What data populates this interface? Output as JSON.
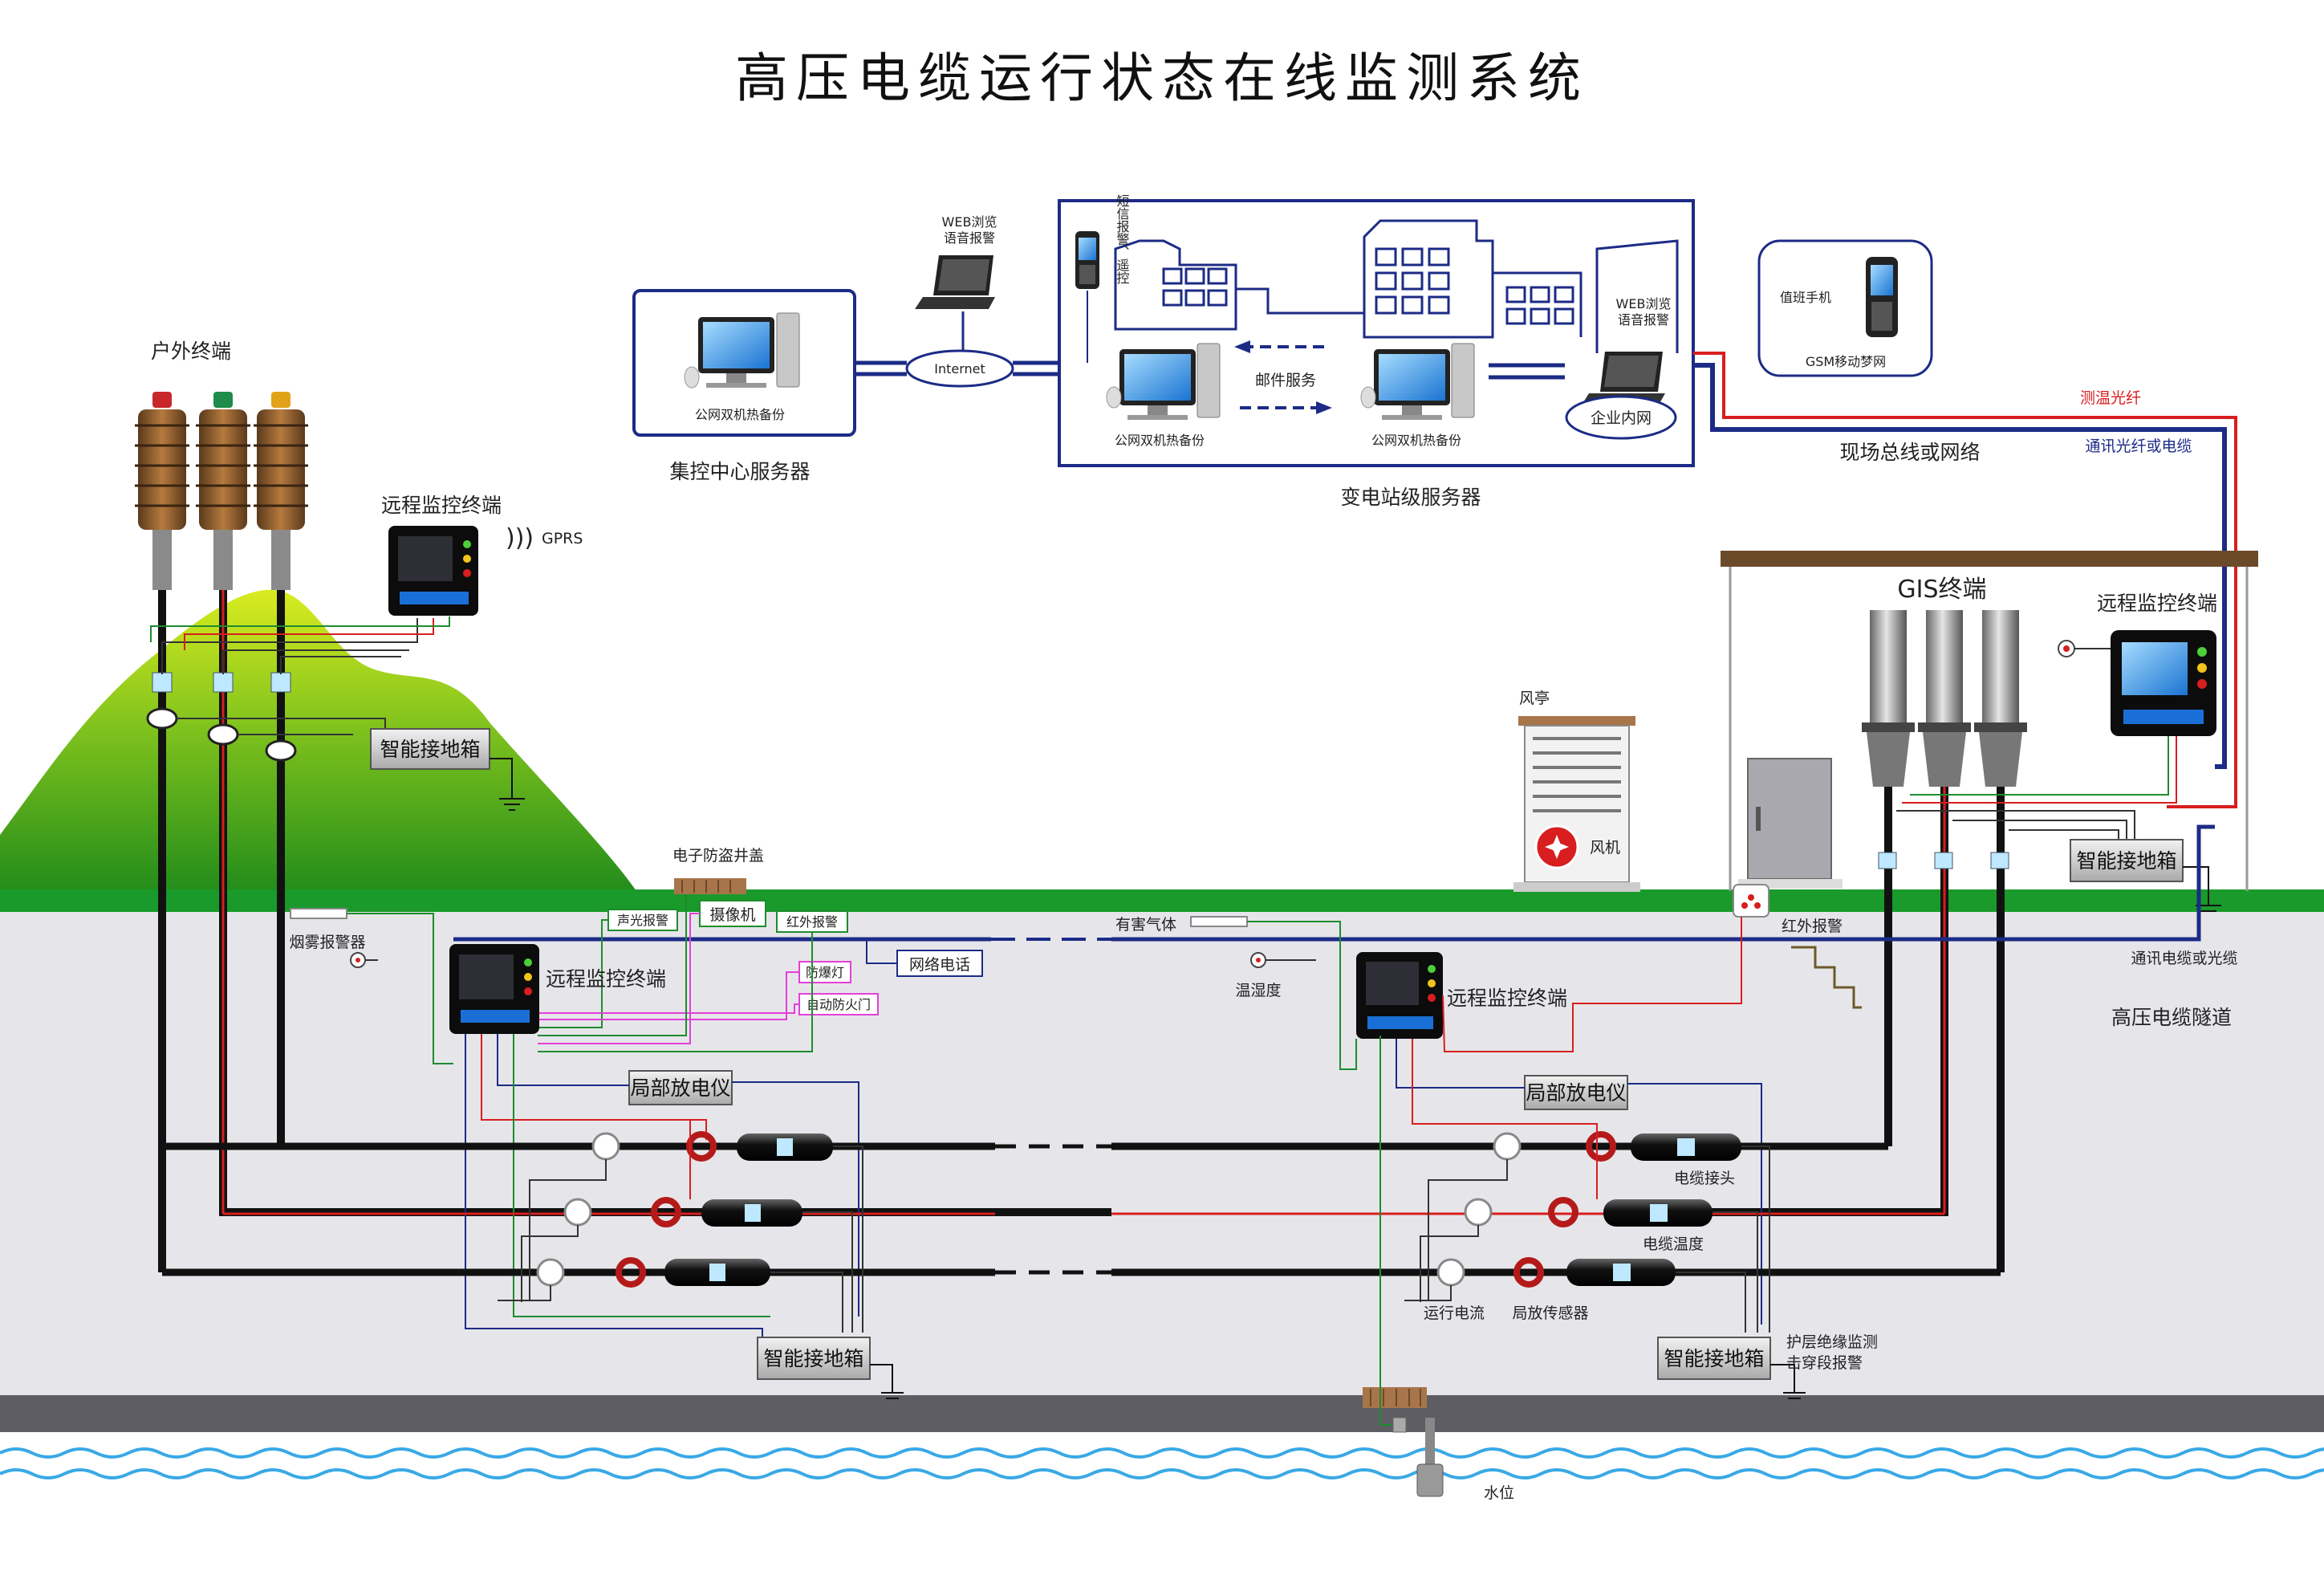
{
  "title": "高压电缆运行状态在线监测系统",
  "top_section": {
    "central_server_label": "集控中心服务器",
    "central_backup": "公网双机热备份",
    "laptop_top_label": "WEB浏览\n语音报警",
    "internet": "Internet",
    "sms_label": "短信报警、遥控",
    "substation_backup_left": "公网双机热备份",
    "email_service": "邮件服务",
    "substation_backup_right": "公网双机热备份",
    "web_voice_right": "WEB浏览\n语音报警",
    "enterprise_intranet": "企业内网",
    "substation_server_label": "变电站级服务器",
    "duty_phone": "值班手机",
    "gsm": "GSM移动梦网",
    "temp_fiber": "测温光纤",
    "field_bus": "现场总线或网络",
    "comm_fiber_cable": "通讯光纤或电缆"
  },
  "left_section": {
    "outdoor_terminal": "户外终端",
    "remote_terminal": "远程监控终端",
    "gprs": "GPRS",
    "smart_ground_box": "智能接地箱"
  },
  "right_section": {
    "gis_terminal": "GIS终端",
    "remote_terminal": "远程监控终端",
    "kiosk": "风亭",
    "fan": "风机",
    "smart_ground_box": "智能接地箱",
    "infrared_alarm": "红外报警",
    "comm_cable_fiber": "通讯电缆或光缆"
  },
  "tunnel": {
    "manhole_cover": "电子防盗井盖",
    "smoke_alarm": "烟雾报警器",
    "sound_light_alarm": "声光报警",
    "camera": "摄像机",
    "infrared_alarm": "红外报警",
    "remote_terminal_left": "远程监控终端",
    "explosion_light": "防爆灯",
    "auto_fire_door": "自动防火门",
    "network_phone": "网络电话",
    "harmful_gas": "有害气体",
    "temp_humidity": "温湿度",
    "remote_terminal_right": "远程监控终端",
    "tunnel_label": "高压电缆隧道",
    "pd_meter_left": "局部放电仪",
    "pd_meter_right": "局部放电仪",
    "cable_joint": "电缆接头",
    "cable_temp": "电缆温度",
    "running_current": "运行电流",
    "pd_sensor": "局放传感器",
    "ground_box_left": "智能接地箱",
    "ground_box_right": "智能接地箱",
    "sheath_monitor": "护层绝缘监测\n击穿段报警",
    "water_level": "水位"
  },
  "colors": {
    "ground_green": "#1a9a2a",
    "tunnel_gray": "#e6e6ea",
    "cable_black": "#111111",
    "cable_red": "#d81e1e",
    "fiber_navy": "#1c2b86",
    "signal_green": "#1e8c2e",
    "signal_magenta": "#e43fd7"
  }
}
